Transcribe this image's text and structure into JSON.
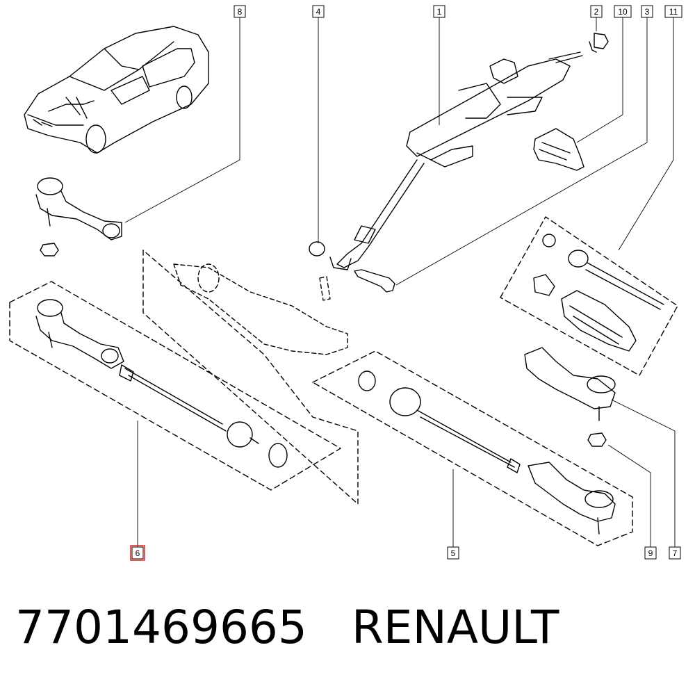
{
  "diagram": {
    "callouts": [
      {
        "id": "c8",
        "label": "8"
      },
      {
        "id": "c4",
        "label": "4"
      },
      {
        "id": "c1",
        "label": "1"
      },
      {
        "id": "c2",
        "label": "2"
      },
      {
        "id": "c10",
        "label": "10"
      },
      {
        "id": "c3",
        "label": "3"
      },
      {
        "id": "c11",
        "label": "11"
      },
      {
        "id": "c6",
        "label": "6",
        "highlighted": true,
        "highlight_color": "#e02020"
      },
      {
        "id": "c5",
        "label": "5"
      },
      {
        "id": "c9",
        "label": "9"
      },
      {
        "id": "c7",
        "label": "7"
      }
    ]
  },
  "footer": {
    "part_number": "7701469665",
    "brand": "RENAULT"
  }
}
